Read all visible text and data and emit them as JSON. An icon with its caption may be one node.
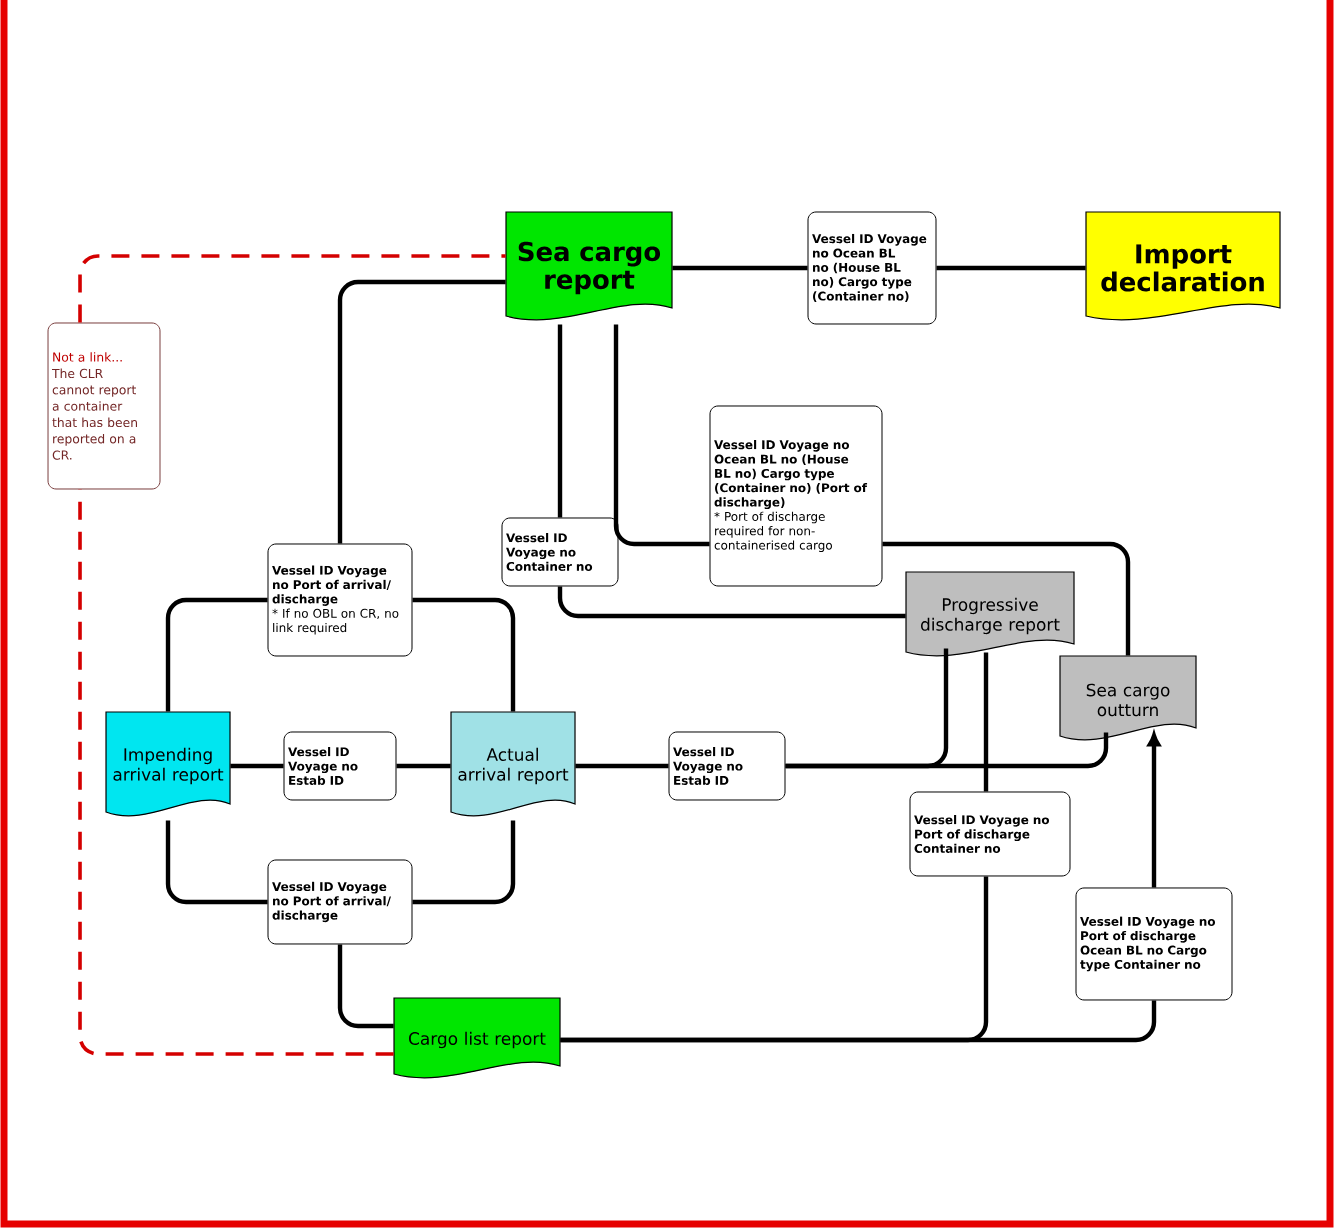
{
  "diagram": {
    "nodes": [
      {
        "text": [
          "Sea cargo report"
        ]
      },
      {
        "text": [
          "Import declaration"
        ]
      },
      {
        "text": [
          "Vessel ID Voyage no Ocean BL no (House BL no) Cargo type (Container no)"
        ]
      },
      {
        "text": [
          "Not a link...",
          "The CLR cannot report a container that has been reported on a CR."
        ]
      },
      {
        "text": [
          "Vessel ID Voyage no Container no"
        ]
      },
      {
        "text": [
          "Vessel ID Voyage no Ocean BL no (House BL no) Cargo type (Container no) (Port of discharge)",
          "* Port of discharge required for non-containerised cargo"
        ]
      },
      {
        "text": [
          "Vessel ID Voyage no Port of arrival/ discharge",
          "* If no OBL on CR, no link required"
        ]
      },
      {
        "text": [
          "Progressive discharge report"
        ]
      },
      {
        "text": [
          "Impending arrival report"
        ]
      },
      {
        "text": [
          "Vessel ID Voyage no Estab ID"
        ]
      },
      {
        "text": [
          "Actual arrival report"
        ]
      },
      {
        "text": [
          "Vessel ID Voyage no Estab ID"
        ]
      },
      {
        "text": [
          "Sea cargo outturn"
        ]
      },
      {
        "text": [
          "Vessel ID Voyage no Port of arrival/ discharge"
        ]
      },
      {
        "text": [
          "Vessel ID Voyage no Port of discharge Container no"
        ]
      },
      {
        "text": [
          "Cargo list report"
        ]
      },
      {
        "text": [
          "Vessel ID Voyage no Port of discharge Ocean BL no Cargo type Container no"
        ]
      }
    ],
    "edges": [
      {
        "from": 0,
        "to": 2,
        "arrow": "none"
      },
      {
        "from": 2,
        "to": 1,
        "arrow": "none"
      },
      {
        "from": 6,
        "to": 0,
        "arrow": "none"
      },
      {
        "from": 6,
        "to": 8,
        "arrow": "none"
      },
      {
        "from": 6,
        "to": 10,
        "arrow": "none"
      },
      {
        "from": 0,
        "to": 4,
        "arrow": "none"
      },
      {
        "from": 4,
        "to": 7,
        "arrow": "none"
      },
      {
        "from": 0,
        "to": 5,
        "arrow": "none"
      },
      {
        "from": 5,
        "to": 12,
        "arrow": "none"
      },
      {
        "from": 8,
        "to": 9,
        "arrow": "none"
      },
      {
        "from": 9,
        "to": 10,
        "arrow": "none"
      },
      {
        "from": 10,
        "to": 11,
        "arrow": "none"
      },
      {
        "from": 11,
        "to": 7,
        "arrow": "none"
      },
      {
        "from": 11,
        "to": 12,
        "arrow": "none"
      },
      {
        "from": 8,
        "to": 13,
        "arrow": "none"
      },
      {
        "from": 10,
        "to": 13,
        "arrow": "none"
      },
      {
        "from": 13,
        "to": 15,
        "arrow": "none"
      },
      {
        "from": 7,
        "to": 14,
        "arrow": "none"
      },
      {
        "from": 15,
        "to": 14,
        "arrow": "none"
      },
      {
        "from": 15,
        "to": 16,
        "arrow": "none"
      },
      {
        "from": 16,
        "to": 12,
        "arrow": "to"
      },
      {
        "from": 3,
        "to": 0,
        "arrow": "none",
        "style": "dashed",
        "color": "#d40000"
      },
      {
        "from": 15,
        "to": 3,
        "arrow": "none",
        "style": "dashed",
        "color": "#d40000"
      }
    ]
  }
}
